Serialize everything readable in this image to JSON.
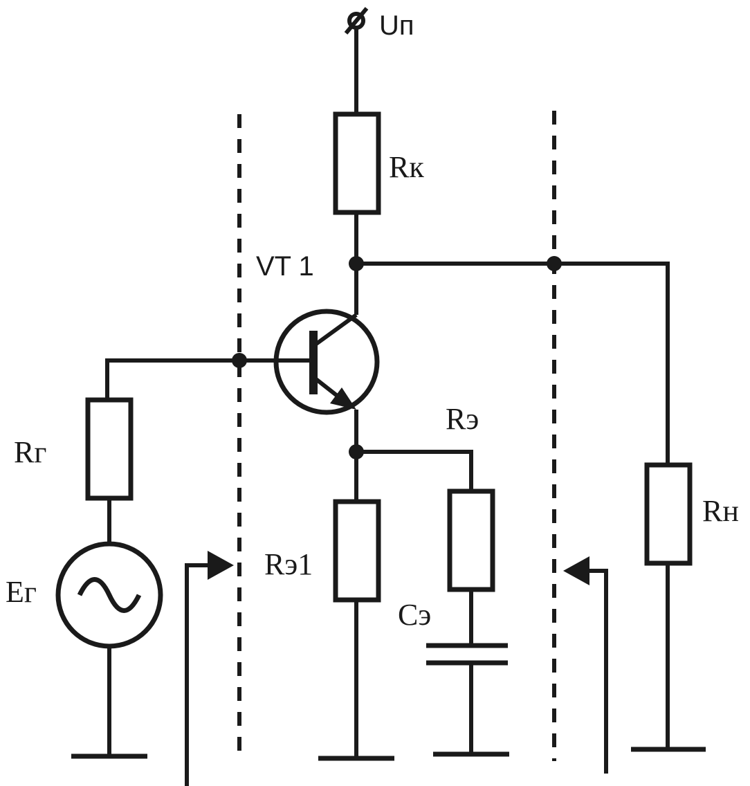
{
  "labels": {
    "supply": "Uп",
    "collector_resistor": "Rк",
    "transistor": "VT 1",
    "generator_resistor": "Rг",
    "generator_emf": "Eг",
    "emitter_resistor_top": "Rэ",
    "emitter_resistor_1": "Rэ1",
    "emitter_capacitor": "Cэ",
    "load_resistor": "Rн"
  }
}
